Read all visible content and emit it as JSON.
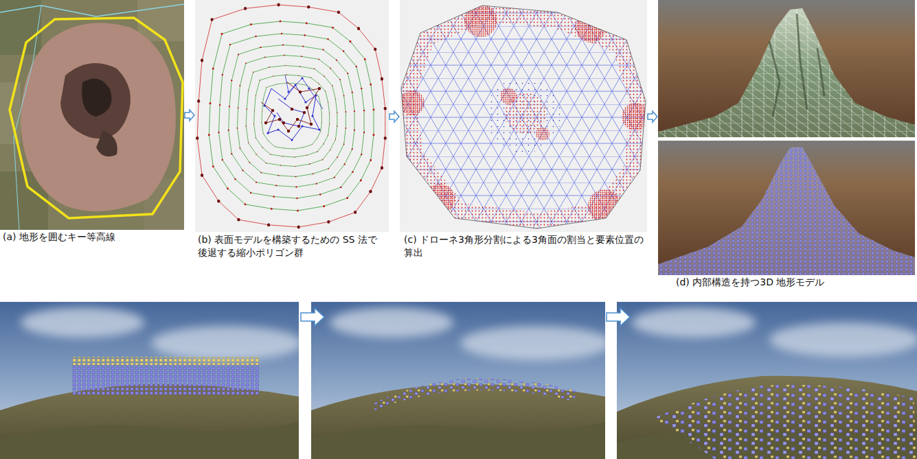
{
  "diagram": {
    "nodes": [
      {
        "text": [
          "(a) 地形を囲むキー等高線"
        ]
      },
      {
        "text": [
          "(b) 表面モデルを構築するための SS 法で後退する縮小ポリゴン群"
        ]
      },
      {
        "text": [
          "(c) ドローネ3角形分割による3角面の割当と要素位置の算出"
        ]
      },
      {
        "text": [
          "(d) 内部構造を持つ3D 地形モデル"
        ]
      }
    ],
    "edges": [
      {
        "from": 0,
        "to": 1,
        "arrow": "to"
      },
      {
        "from": 1,
        "to": 2,
        "arrow": "to"
      },
      {
        "from": 2,
        "to": 3,
        "arrow": "to"
      }
    ]
  }
}
